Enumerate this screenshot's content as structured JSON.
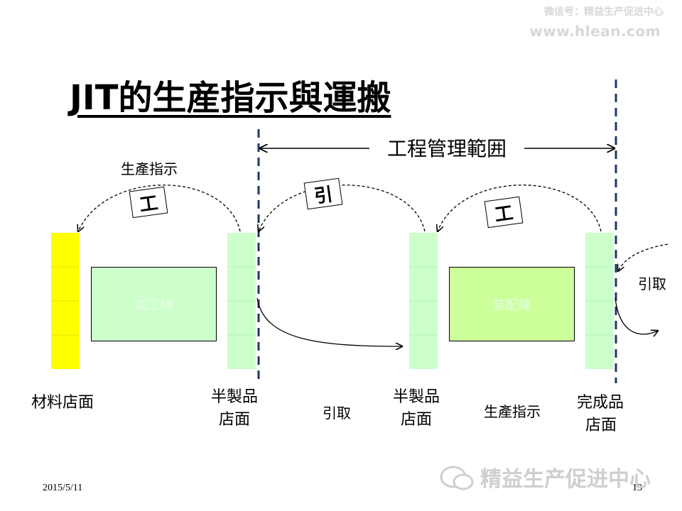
{
  "watermark": {
    "line1": "微信号：精益生产促进中心",
    "line2": "www.hlean.com",
    "bottom": "精益生产促进中心"
  },
  "title": "JIT的生産指示與運搬",
  "scope_label": "工程管理範囲",
  "top_left_label": "生產指示",
  "cards": {
    "card1": "工",
    "card2": "引",
    "card3": "工"
  },
  "process_boxes": {
    "box1": "加工線",
    "box2": "装配線"
  },
  "right_label": "引取",
  "bottom_labels": {
    "material": "材料店面",
    "semi1_line1": "半製品",
    "semi1_line2": "店面",
    "pickup": "引取",
    "semi2_line1": "半製品",
    "semi2_line2": "店面",
    "production": "生產指示",
    "finished_line1": "完成品",
    "finished_line2": "店面"
  },
  "footer": {
    "date": "2015/5/11",
    "page": "13"
  },
  "colors": {
    "material": "#ffff00",
    "store": "#ccffcc",
    "process": "#ccffcc",
    "dash": "#1f3864"
  }
}
